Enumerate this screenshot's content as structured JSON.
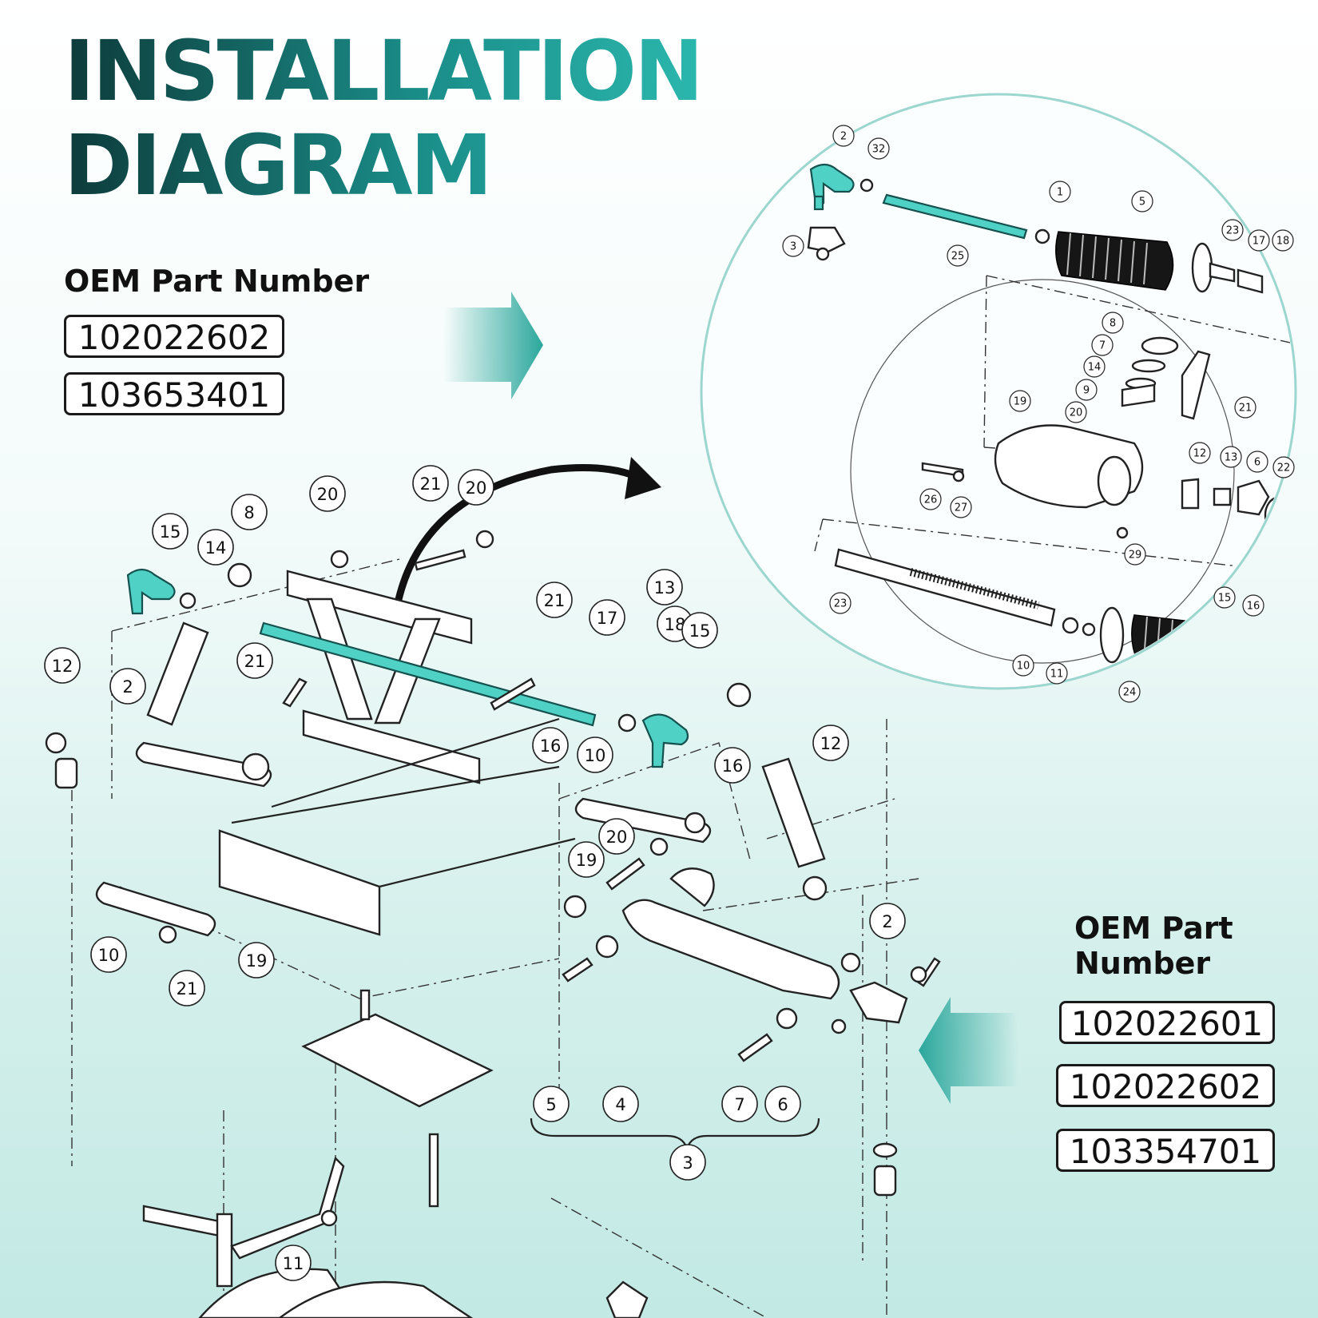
{
  "title": {
    "line1": "INSTALLATION",
    "line2": "DIAGRAM"
  },
  "oem_top": {
    "label": "OEM Part Number",
    "parts": [
      "102022602",
      "103653401"
    ]
  },
  "oem_bottom": {
    "label_line1": "OEM Part",
    "label_line2": "Number",
    "parts": [
      "102022601",
      "102022602",
      "103354701"
    ]
  },
  "colors": {
    "title_dark": "#0d3b3a",
    "title_teal": "#2bb7ad",
    "highlight_part": "#4fd1c5",
    "arrow": "#2aa79c"
  },
  "callouts": {
    "main": [
      "15",
      "14",
      "8",
      "20",
      "21",
      "20",
      "13",
      "21",
      "17",
      "18",
      "15",
      "12",
      "2",
      "21",
      "16",
      "10",
      "16",
      "12",
      "20",
      "19",
      "10",
      "21",
      "19",
      "2",
      "5",
      "4",
      "7",
      "6",
      "3",
      "11"
    ],
    "zoom": [
      "2",
      "32",
      "1",
      "5",
      "23",
      "17",
      "18",
      "3",
      "25",
      "8",
      "7",
      "14",
      "9",
      "21",
      "19",
      "20",
      "12",
      "13",
      "6",
      "22",
      "26",
      "27",
      "29",
      "23",
      "15",
      "16",
      "10",
      "11",
      "24"
    ]
  }
}
